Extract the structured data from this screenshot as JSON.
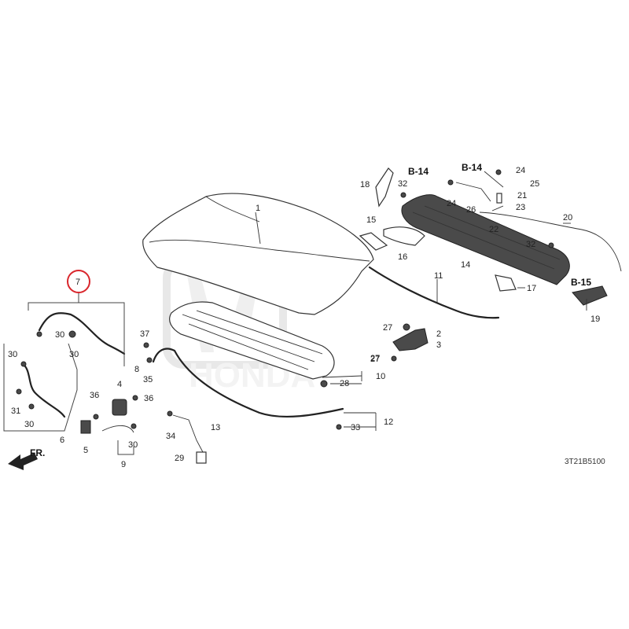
{
  "diagram": {
    "callouts": [
      "1",
      "2",
      "3",
      "4",
      "5",
      "6",
      "7",
      "8",
      "9",
      "10",
      "11",
      "12",
      "13",
      "14",
      "15",
      "16",
      "17",
      "18",
      "19",
      "20",
      "21",
      "22",
      "23",
      "24",
      "24",
      "25",
      "26",
      "27",
      "27",
      "27",
      "28",
      "29",
      "30",
      "30",
      "30",
      "30",
      "30",
      "31",
      "32",
      "32",
      "33",
      "34",
      "35",
      "36",
      "36",
      "37"
    ],
    "refs": [
      "B-14",
      "B-14",
      "B-15"
    ],
    "direction_label": "FR.",
    "diagram_code": "3T21B5100",
    "highlighted_part": "7",
    "highlight_color": "#d9262c",
    "watermark_text": "HONDA"
  }
}
